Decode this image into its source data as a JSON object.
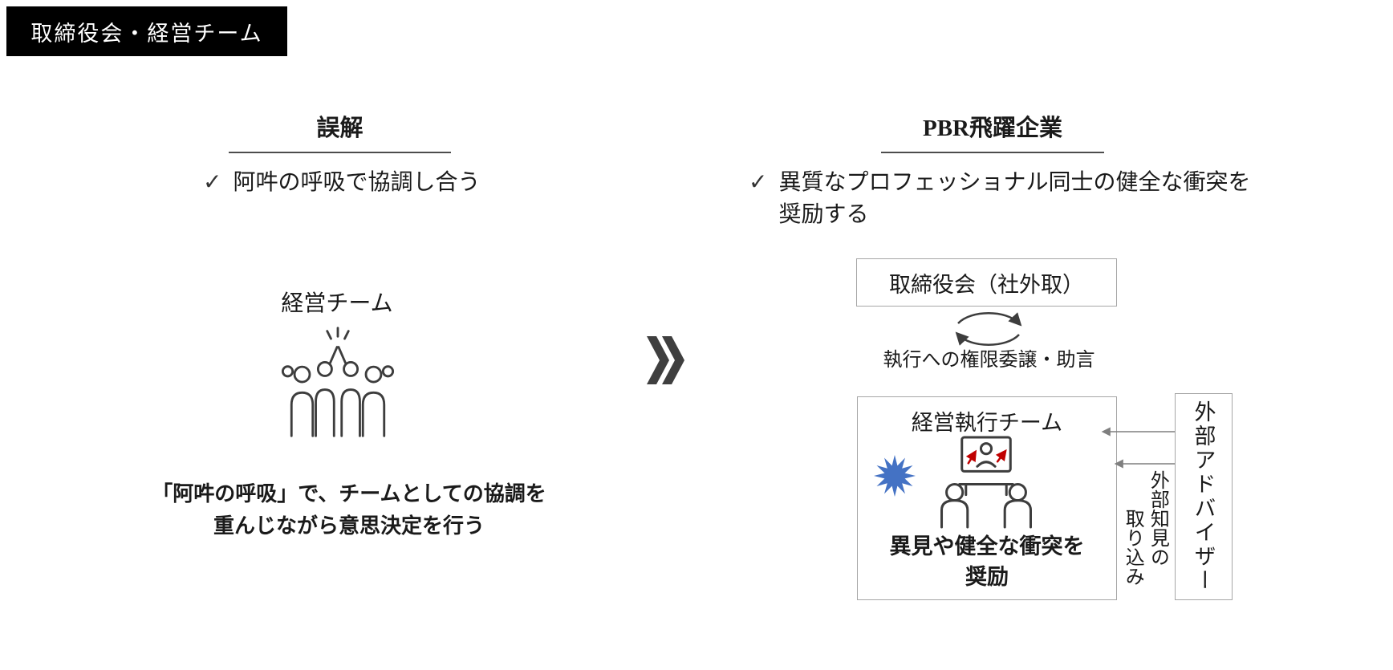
{
  "title": "取締役会・経営チーム",
  "check": "✓",
  "left": {
    "heading": "誤解",
    "bullet": "阿吽の呼吸で協調し合う",
    "team_label": "経営チーム",
    "caption_line1": "「阿吽の呼吸」で、チームとしての協調を",
    "caption_line2": "重んじながら意思決定を行う"
  },
  "right": {
    "heading": "PBR飛躍企業",
    "bullet_line1": "異質なプロフェッショナル同士の健全な衝突を",
    "bullet_line2": "奨励する",
    "board_box_label": "取締役会（社外取）",
    "delegation_label": "執行への権限委譲・助言",
    "exec_team_label": "経営執行チーム",
    "exec_caption_line1": "異見や健全な衝突を",
    "exec_caption_line2": "奨励",
    "advisor_label": "外部アドバイザー",
    "knowledge_line1": "外部知見の",
    "knowledge_line2": "取り込み"
  },
  "colors": {
    "title_bg": "#000000",
    "accent_blue": "#4472C4",
    "arrow_red": "#C00000",
    "box_border": "#A6A6A6",
    "icon_stroke": "#3D3D3D"
  }
}
